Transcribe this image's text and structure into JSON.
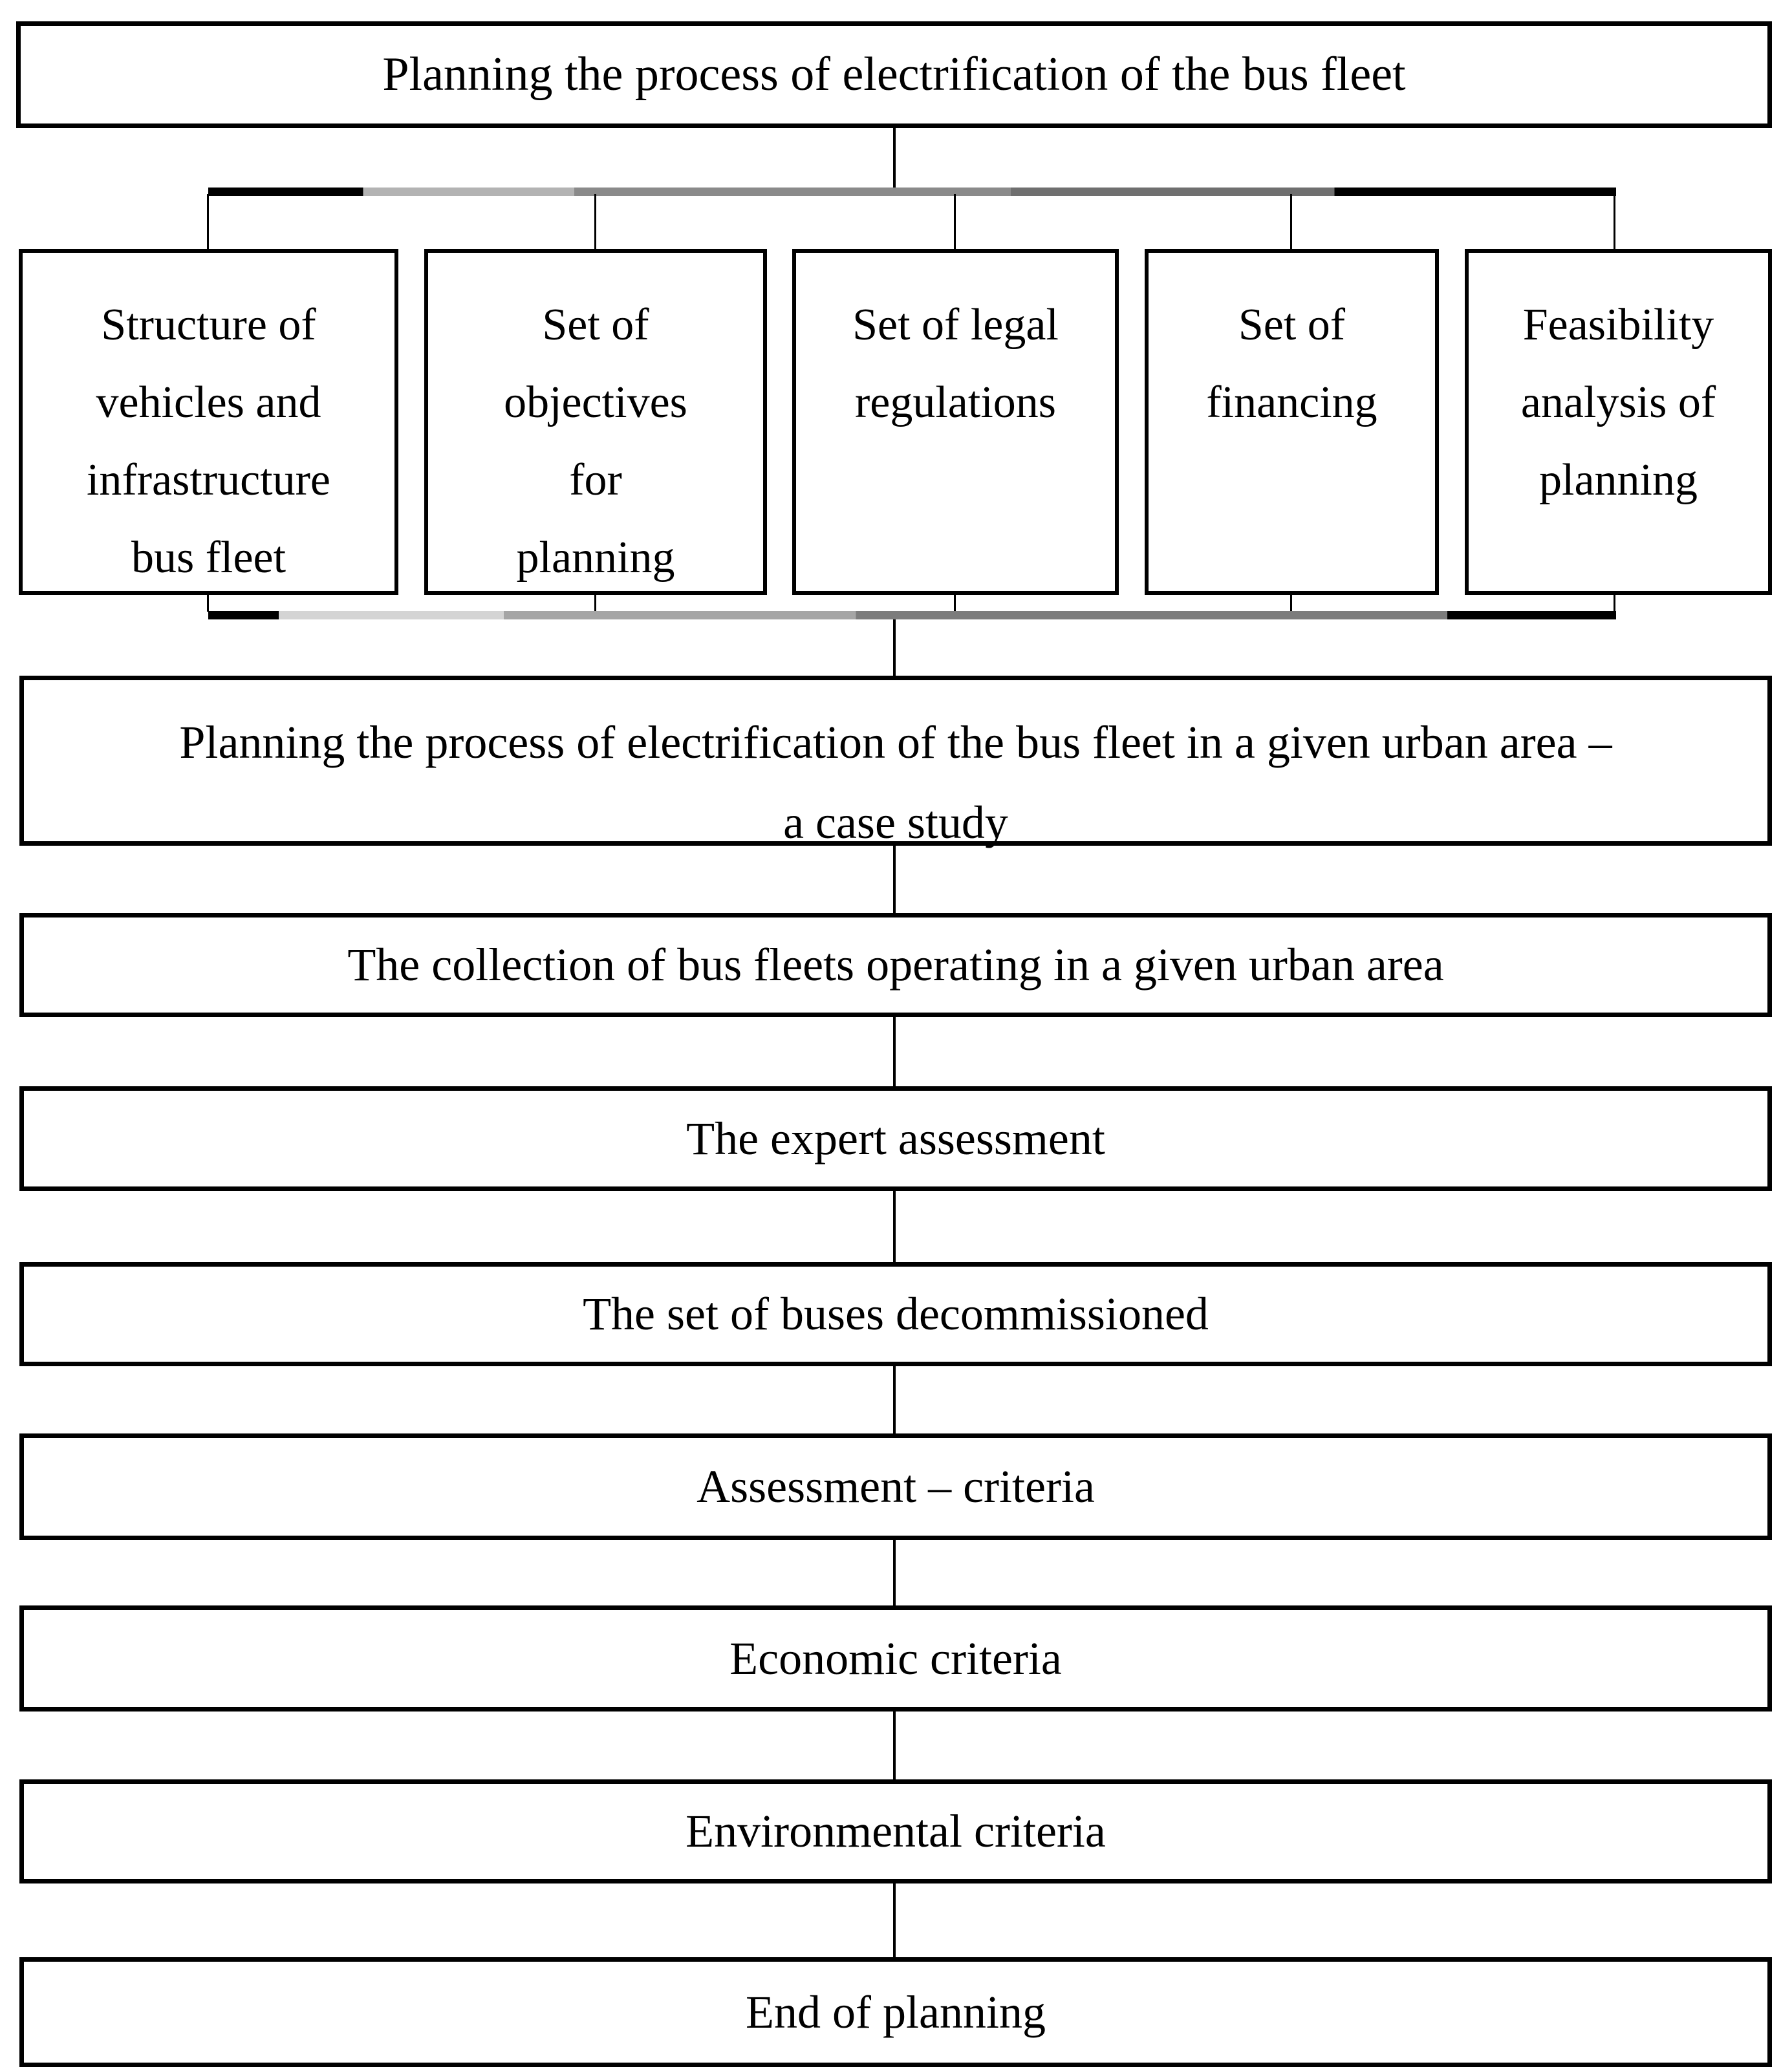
{
  "diagram": {
    "title_box": {
      "label": "Planning the process of electrification of the bus fleet"
    },
    "input_boxes": [
      {
        "lines": [
          "Structure of",
          "vehicles and",
          "infrastructure",
          "bus fleet"
        ]
      },
      {
        "lines": [
          "Set of",
          "objectives",
          "for",
          "planning"
        ]
      },
      {
        "lines": [
          "Set of legal",
          "regulations"
        ]
      },
      {
        "lines": [
          "Set of",
          "financing"
        ]
      },
      {
        "lines": [
          "Feasibility",
          "analysis of",
          "planning"
        ]
      }
    ],
    "case_study_box": {
      "lines": [
        "Planning the process of electrification of the bus fleet in a given urban area –",
        "a case study"
      ]
    },
    "sequence_boxes": [
      {
        "label": "The collection of bus fleets operating in a given urban area"
      },
      {
        "label": "The expert assessment"
      },
      {
        "label": "The set of buses decommissioned"
      },
      {
        "label": "Assessment – criteria"
      },
      {
        "label": "Economic criteria"
      },
      {
        "label": "Environmental criteria"
      },
      {
        "label": "End of planning"
      }
    ],
    "colors": {
      "border": "#000000",
      "text": "#000000",
      "background": "#ffffff",
      "connector_black": "#000000",
      "connector_gray": "#8a8a8a",
      "connector_light_gray": "#d4d4d4"
    }
  }
}
